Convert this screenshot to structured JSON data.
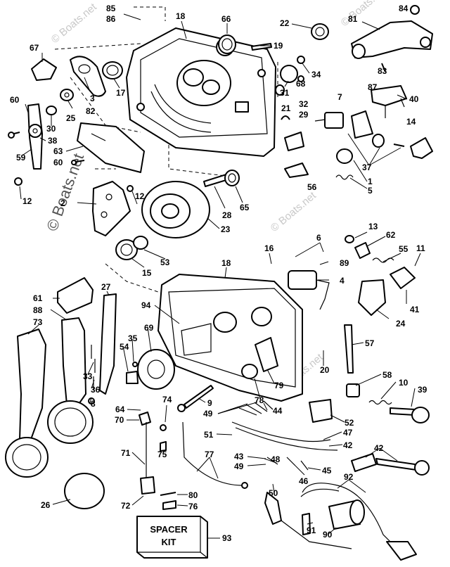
{
  "watermark": "© Boats.net",
  "spacer_kit": {
    "line1": "SPACER",
    "line2": "KIT"
  },
  "callouts": [
    {
      "id": "c85",
      "text": "85"
    },
    {
      "id": "c86",
      "text": "86"
    },
    {
      "id": "c18a",
      "text": "18"
    },
    {
      "id": "c66",
      "text": "66"
    },
    {
      "id": "c22",
      "text": "22"
    },
    {
      "id": "c84",
      "text": "84"
    },
    {
      "id": "c81",
      "text": "81"
    },
    {
      "id": "c19",
      "text": "19"
    },
    {
      "id": "c67",
      "text": "67"
    },
    {
      "id": "c34",
      "text": "34"
    },
    {
      "id": "c68",
      "text": "68"
    },
    {
      "id": "c83",
      "text": "83"
    },
    {
      "id": "c3",
      "text": "3"
    },
    {
      "id": "c17",
      "text": "17"
    },
    {
      "id": "c31",
      "text": "31"
    },
    {
      "id": "c87",
      "text": "87"
    },
    {
      "id": "c7",
      "text": "7"
    },
    {
      "id": "c40",
      "text": "40"
    },
    {
      "id": "c60a",
      "text": "60"
    },
    {
      "id": "c82",
      "text": "82"
    },
    {
      "id": "c25",
      "text": "25"
    },
    {
      "id": "c21",
      "text": "21"
    },
    {
      "id": "c32",
      "text": "32"
    },
    {
      "id": "c29",
      "text": "29"
    },
    {
      "id": "c30",
      "text": "30"
    },
    {
      "id": "c14",
      "text": "14"
    },
    {
      "id": "c38",
      "text": "38"
    },
    {
      "id": "c59",
      "text": "59"
    },
    {
      "id": "c63",
      "text": "63"
    },
    {
      "id": "c60b",
      "text": "60"
    },
    {
      "id": "c37",
      "text": "37"
    },
    {
      "id": "c1",
      "text": "1"
    },
    {
      "id": "c12a",
      "text": "12"
    },
    {
      "id": "c56",
      "text": "56"
    },
    {
      "id": "c5",
      "text": "5"
    },
    {
      "id": "c2",
      "text": "2"
    },
    {
      "id": "c12b",
      "text": "12"
    },
    {
      "id": "c28",
      "text": "28"
    },
    {
      "id": "c65",
      "text": "65"
    },
    {
      "id": "c23",
      "text": "23"
    },
    {
      "id": "c13",
      "text": "13"
    },
    {
      "id": "c62",
      "text": "62"
    },
    {
      "id": "c6",
      "text": "6"
    },
    {
      "id": "c15",
      "text": "15"
    },
    {
      "id": "c53",
      "text": "53"
    },
    {
      "id": "c16",
      "text": "16"
    },
    {
      "id": "c55",
      "text": "55"
    },
    {
      "id": "c11",
      "text": "11"
    },
    {
      "id": "c18b",
      "text": "18"
    },
    {
      "id": "c89",
      "text": "89"
    },
    {
      "id": "c4",
      "text": "4"
    },
    {
      "id": "c61",
      "text": "61"
    },
    {
      "id": "c27",
      "text": "27"
    },
    {
      "id": "c41",
      "text": "41"
    },
    {
      "id": "c88",
      "text": "88"
    },
    {
      "id": "c94",
      "text": "94"
    },
    {
      "id": "c24",
      "text": "24"
    },
    {
      "id": "c73",
      "text": "73"
    },
    {
      "id": "c69",
      "text": "69"
    },
    {
      "id": "c57",
      "text": "57"
    },
    {
      "id": "c35",
      "text": "35"
    },
    {
      "id": "c54",
      "text": "54"
    },
    {
      "id": "c20",
      "text": "20"
    },
    {
      "id": "c33",
      "text": "33"
    },
    {
      "id": "c79",
      "text": "79"
    },
    {
      "id": "c58",
      "text": "58"
    },
    {
      "id": "c36",
      "text": "36"
    },
    {
      "id": "c10",
      "text": "10"
    },
    {
      "id": "c39",
      "text": "39"
    },
    {
      "id": "c8",
      "text": "8"
    },
    {
      "id": "c9",
      "text": "9"
    },
    {
      "id": "c78",
      "text": "78"
    },
    {
      "id": "c64",
      "text": "64"
    },
    {
      "id": "c74",
      "text": "74"
    },
    {
      "id": "c49a",
      "text": "49"
    },
    {
      "id": "c44",
      "text": "44"
    },
    {
      "id": "c70",
      "text": "70"
    },
    {
      "id": "c52",
      "text": "52"
    },
    {
      "id": "c47",
      "text": "47"
    },
    {
      "id": "c51",
      "text": "51"
    },
    {
      "id": "c42a",
      "text": "42"
    },
    {
      "id": "c75",
      "text": "75"
    },
    {
      "id": "c42b",
      "text": "42"
    },
    {
      "id": "c71",
      "text": "71"
    },
    {
      "id": "c43",
      "text": "43"
    },
    {
      "id": "c48",
      "text": "48"
    },
    {
      "id": "c49b",
      "text": "49"
    },
    {
      "id": "c45",
      "text": "45"
    },
    {
      "id": "c77",
      "text": "77"
    },
    {
      "id": "c46",
      "text": "46"
    },
    {
      "id": "c92",
      "text": "92"
    },
    {
      "id": "c26",
      "text": "26"
    },
    {
      "id": "c50",
      "text": "50"
    },
    {
      "id": "c80",
      "text": "80"
    },
    {
      "id": "c72",
      "text": "72"
    },
    {
      "id": "c76",
      "text": "76"
    },
    {
      "id": "c91",
      "text": "91"
    },
    {
      "id": "c90",
      "text": "90"
    },
    {
      "id": "c93",
      "text": "93"
    }
  ]
}
